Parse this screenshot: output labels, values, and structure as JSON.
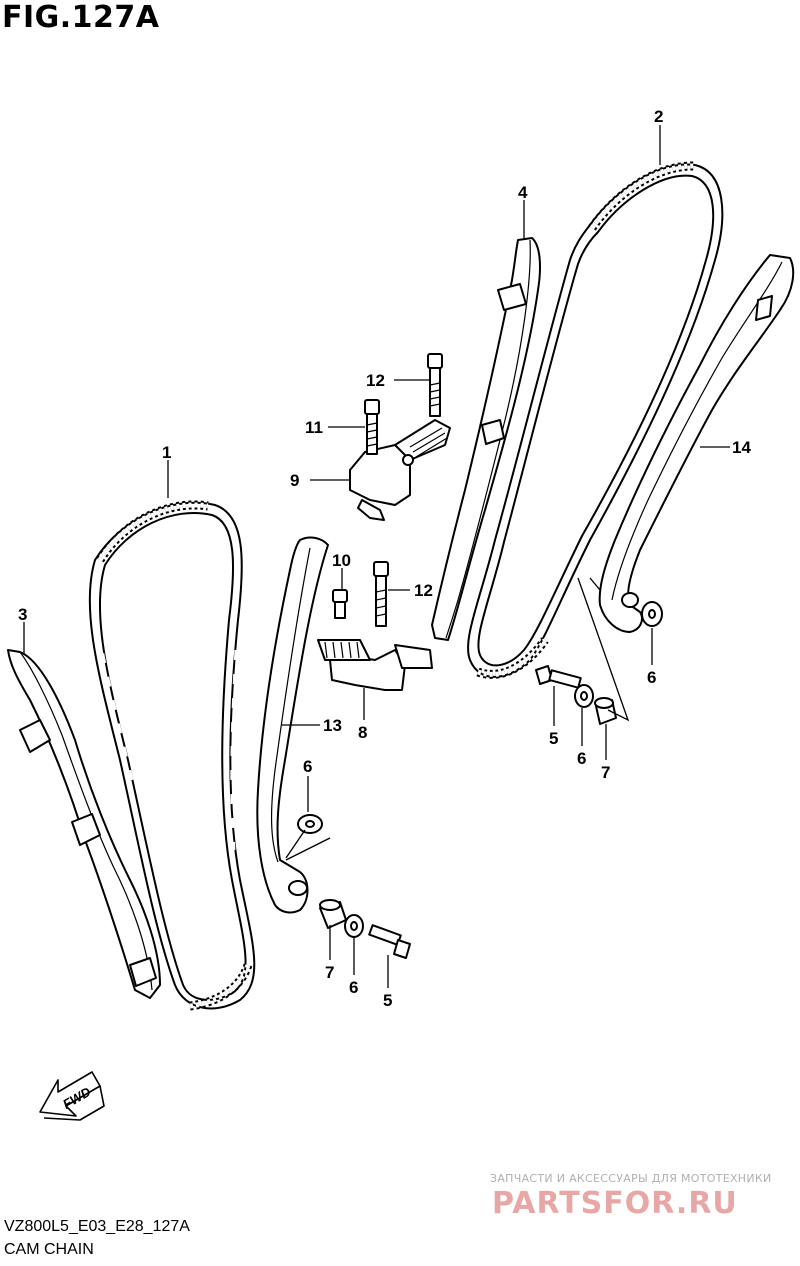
{
  "figure": {
    "title": "FIG.127A"
  },
  "callouts": {
    "c1": "1",
    "c2": "2",
    "c3": "3",
    "c4": "4",
    "c5a": "5",
    "c5b": "5",
    "c6a": "6",
    "c6b": "6",
    "c6c": "6",
    "c6d": "6",
    "c7a": "7",
    "c7b": "7",
    "c8": "8",
    "c9": "9",
    "c10": "10",
    "c11": "11",
    "c12a": "12",
    "c12b": "12",
    "c13": "13",
    "c14": "14"
  },
  "fwd_label": "FWD",
  "watermark": {
    "tagline": "ЗАПЧАСТИ И АКСЕССУАРЫ ДЛЯ МОТОТЕХНИКИ",
    "logo": "PARTSFOR.RU"
  },
  "footer": {
    "code": "VZ800L5_E03_E28_127A",
    "name": "CAM CHAIN"
  }
}
